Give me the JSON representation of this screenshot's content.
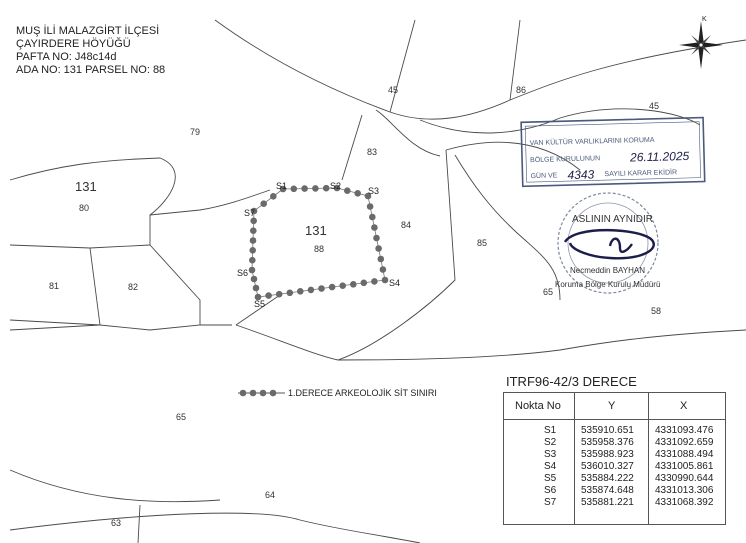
{
  "header": {
    "line1": "MUŞ İLİ MALAZGİRT İLÇESİ",
    "line2": "ÇAYIRDERE HÖYÜĞÜ",
    "line3": "PAFTA NO: J48c14d",
    "line4": "ADA NO: 131    PARSEL NO: 88"
  },
  "parcels": {
    "p45a": "45",
    "p86": "86",
    "p45b": "45",
    "p79": "79",
    "p83": "83",
    "ada131_left": "131",
    "p80": "80",
    "ada131_center": "131",
    "p88": "88",
    "p84": "84",
    "p85": "85",
    "p81": "81",
    "p82": "82",
    "p65a": "65",
    "p58": "58",
    "p65b": "65",
    "p64": "64",
    "p63": "63"
  },
  "points": {
    "s1": "S1",
    "s2": "S2",
    "s3": "S3",
    "s4": "S4",
    "s5": "S5",
    "s6": "S6",
    "s7": "S7"
  },
  "legend": {
    "label": "1.DERECE ARKEOLOJİK SİT SINIRI"
  },
  "stamp": {
    "line1": "VAN KÜLTÜR VARLIKLARINI KORUMA",
    "line2": "BÖLGE KURULUNUN",
    "date": "26.11.2025",
    "line3": "GÜN VE",
    "number": "4343",
    "line4": "SAYILI KARAR EKİDİR"
  },
  "seal": {
    "title": "ASLININ AYNIDIR",
    "name": "Necmeddin BAYHAN",
    "role": "Koruma Bölge Kurulu Müdürü"
  },
  "north_label": "K",
  "table": {
    "title": "ITRF96-42/3 DERECE",
    "headers": {
      "nokta": "Nokta   No",
      "y": "Y",
      "x": "X"
    },
    "rows": [
      {
        "no": "S1",
        "y": "535910.651",
        "x": "4331093.476"
      },
      {
        "no": "S2",
        "y": "535958.376",
        "x": "4331092.659"
      },
      {
        "no": "S3",
        "y": "535988.923",
        "x": "4331088.494"
      },
      {
        "no": "S4",
        "y": "536010.327",
        "x": "4331005.861"
      },
      {
        "no": "S5",
        "y": "535884.222",
        "x": "4330990.644"
      },
      {
        "no": "S6",
        "y": "535874.648",
        "x": "4331013.306"
      },
      {
        "no": "S7",
        "y": "535881.221",
        "x": "4331068.392"
      }
    ]
  },
  "colors": {
    "boundary_dot": "#6a6a6a",
    "stamp_ink": "#4a5a7a",
    "signature_ink": "#1d1d4a"
  }
}
